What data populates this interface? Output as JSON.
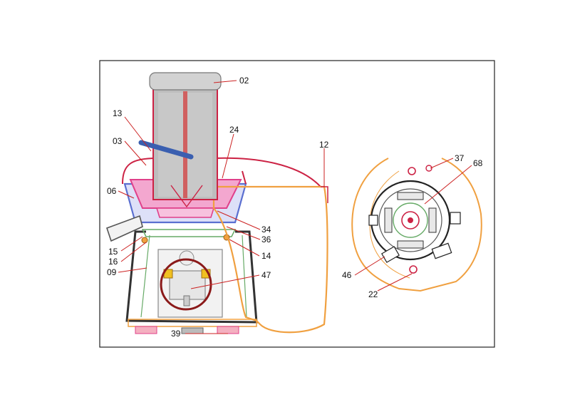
{
  "diagram": {
    "labels": {
      "l02": "02",
      "l13": "13",
      "l03": "03",
      "l24": "24",
      "l12": "12",
      "l06": "06",
      "l34": "34",
      "l36": "36",
      "l15": "15",
      "l16": "16",
      "l14": "14",
      "l09": "09",
      "l47": "47",
      "l39": "39",
      "l37": "37",
      "l68": "68",
      "l46": "46",
      "l22": "22"
    },
    "colors": {
      "leader": "#cc2222",
      "lid": "#c0c0c0",
      "pink": "#e0408a",
      "blue": "#5a6fd0",
      "orange": "#f0a040",
      "motor": "#777777",
      "red_circle": "#8b1a1a",
      "arm": "#3a5fb0"
    }
  }
}
